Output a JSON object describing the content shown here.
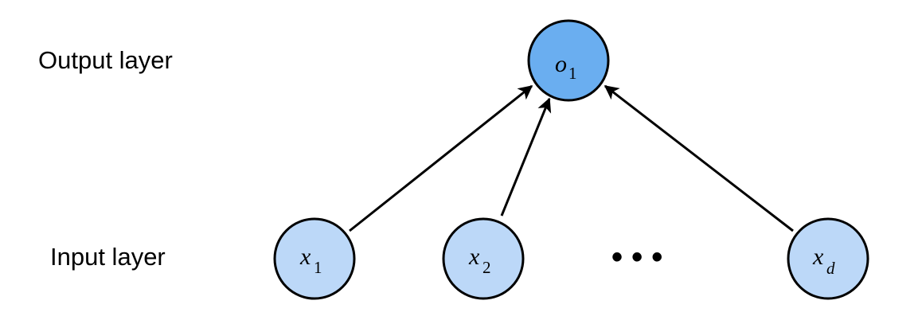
{
  "layers": {
    "output_label": "Output layer",
    "input_label": "Input layer"
  },
  "nodes": {
    "output": [
      {
        "var": "o",
        "sub": "1"
      }
    ],
    "input": [
      {
        "var": "x",
        "sub": "1"
      },
      {
        "var": "x",
        "sub": "2"
      },
      {
        "var": "x",
        "sub": "d"
      }
    ]
  },
  "ellipsis": "• • •",
  "colors": {
    "output_node_fill": "#6aaef0",
    "input_node_fill": "#bcd8f8",
    "node_stroke": "#000000",
    "edge_color": "#000000"
  }
}
